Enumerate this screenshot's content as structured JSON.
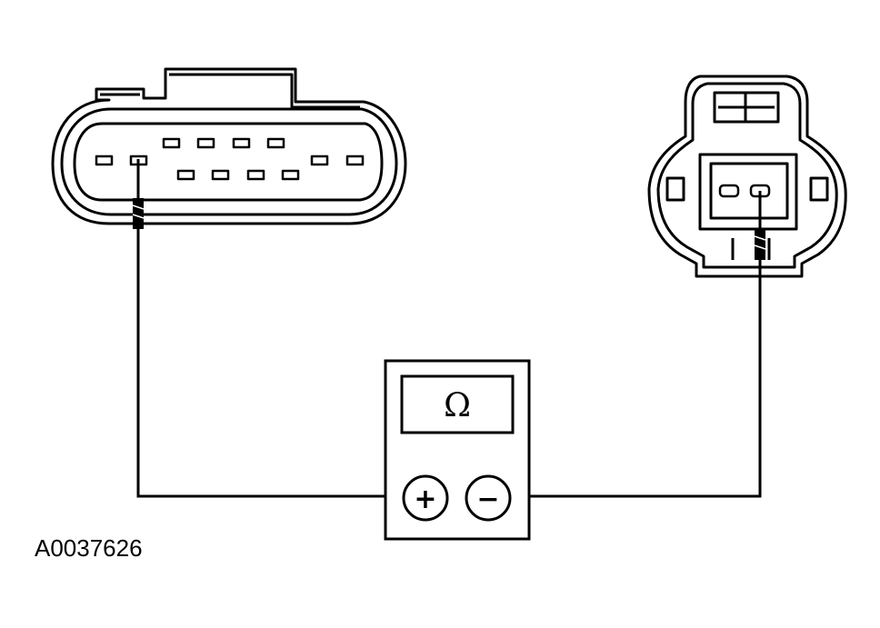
{
  "diagram": {
    "figure_id": "A0037626",
    "meter": {
      "display_symbol": "Ω",
      "positive_terminal": "+",
      "negative_terminal": "−"
    },
    "colors": {
      "line": "#000000",
      "background": "#ffffff"
    },
    "components": [
      "multi-pin-connector",
      "two-pin-connector",
      "ohmmeter",
      "test-lead-positive",
      "test-lead-negative"
    ]
  }
}
